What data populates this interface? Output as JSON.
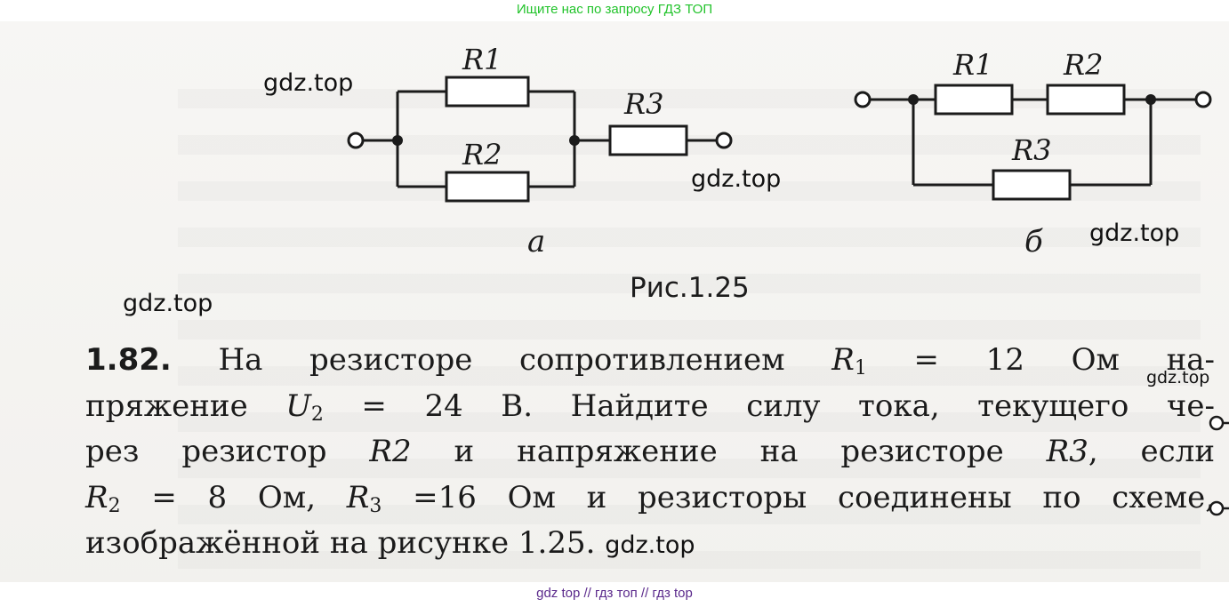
{
  "banner": "Ищите нас по запросу ГДЗ ТОП",
  "watermarks": {
    "w1": "gdz.top",
    "w2": "gdz.top",
    "w3": "gdz.top",
    "w4": "gdz.top",
    "w5": "gdz.top",
    "w6": "gdz.top"
  },
  "figure": {
    "a": {
      "r1": "R1",
      "r2": "R2",
      "r3": "R3",
      "label": "а"
    },
    "b": {
      "r1": "R1",
      "r2": "R2",
      "r3": "R3",
      "label": "б"
    },
    "caption": "Рис.1.25"
  },
  "problem": {
    "number": "1.82.",
    "l1_text": " На резисторе сопротивлением ",
    "l1_var": "R",
    "l1_sub": "1",
    "l1_tail": " = 12 Ом на-",
    "l2_head": "пряжение ",
    "l2_var": "U",
    "l2_sub": "2",
    "l2_tail": " = 24 В. Найдите силу тока, текущего че-",
    "l3_head": "рез резистор ",
    "l3_r2": "R2",
    "l3_mid": " и напряжение на резисторе ",
    "l3_r3": "R3",
    "l3_tail": ", если",
    "l4_var1": "R",
    "l4_sub1": "2",
    "l4_mid": " = 8 Ом, ",
    "l4_var2": "R",
    "l4_sub2": "3",
    "l4_tail": " =16 Ом и резисторы соединены по схеме,",
    "l5": "изображённой на рисунке 1.25."
  },
  "footer": "gdz top  //  гдз топ  //  гдз top"
}
